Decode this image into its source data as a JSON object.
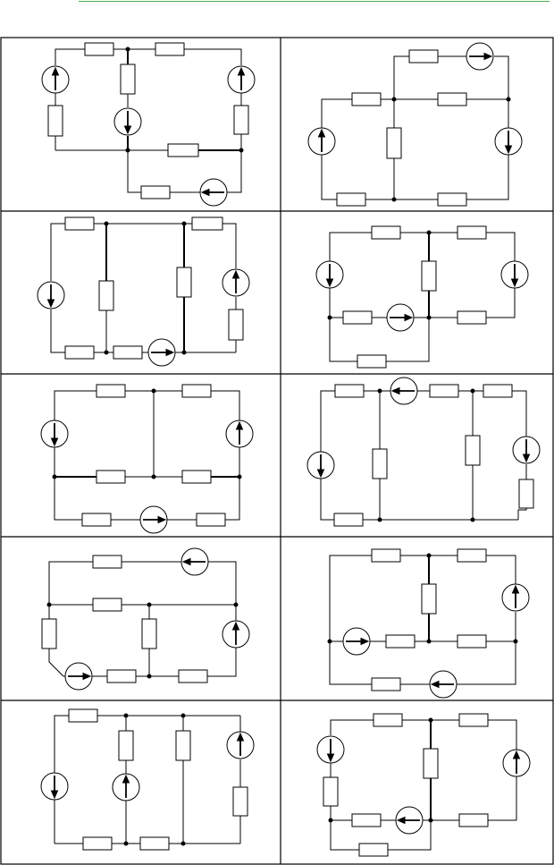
{
  "page": {
    "header_rule_color": "#4caf50",
    "ink_color": "#000000",
    "background_color": "#ffffff"
  },
  "grid": {
    "rows": 5,
    "columns": 2
  },
  "panels": [
    {
      "id": 1,
      "elements": [
        "resistor",
        "resistor",
        "resistor",
        "resistor",
        "resistor",
        "resistor",
        "resistor",
        "current-source-up",
        "current-source-down",
        "current-source-up",
        "current-source-left"
      ]
    },
    {
      "id": 2,
      "elements": [
        "resistor",
        "resistor",
        "resistor",
        "resistor",
        "resistor",
        "resistor",
        "current-source-right",
        "current-source-up",
        "current-source-down"
      ]
    },
    {
      "id": 3,
      "elements": [
        "resistor",
        "resistor",
        "resistor",
        "resistor",
        "resistor",
        "resistor",
        "current-source-down",
        "current-source-up",
        "current-source-right"
      ]
    },
    {
      "id": 4,
      "elements": [
        "resistor",
        "resistor",
        "resistor",
        "resistor",
        "resistor",
        "resistor",
        "current-source-down",
        "current-source-down",
        "current-source-right"
      ]
    },
    {
      "id": 5,
      "elements": [
        "resistor",
        "resistor",
        "resistor",
        "resistor",
        "resistor",
        "resistor",
        "current-source-down",
        "current-source-up",
        "current-source-right"
      ]
    },
    {
      "id": 6,
      "elements": [
        "resistor",
        "resistor",
        "resistor",
        "resistor",
        "resistor",
        "resistor",
        "resistor",
        "current-source-left",
        "current-source-down",
        "current-source-down"
      ]
    },
    {
      "id": 7,
      "elements": [
        "resistor",
        "resistor",
        "resistor",
        "resistor",
        "resistor",
        "resistor",
        "current-source-left",
        "current-source-up",
        "current-source-right"
      ]
    },
    {
      "id": 8,
      "elements": [
        "resistor",
        "resistor",
        "resistor",
        "resistor",
        "resistor",
        "resistor",
        "current-source-up",
        "current-source-right",
        "current-source-left"
      ]
    },
    {
      "id": 9,
      "elements": [
        "resistor",
        "resistor",
        "resistor",
        "resistor",
        "resistor",
        "resistor",
        "current-source-down",
        "current-source-up",
        "current-source-up"
      ]
    },
    {
      "id": 10,
      "elements": [
        "resistor",
        "resistor",
        "resistor",
        "resistor",
        "resistor",
        "resistor",
        "current-source-down",
        "current-source-up",
        "current-source-left"
      ]
    }
  ]
}
